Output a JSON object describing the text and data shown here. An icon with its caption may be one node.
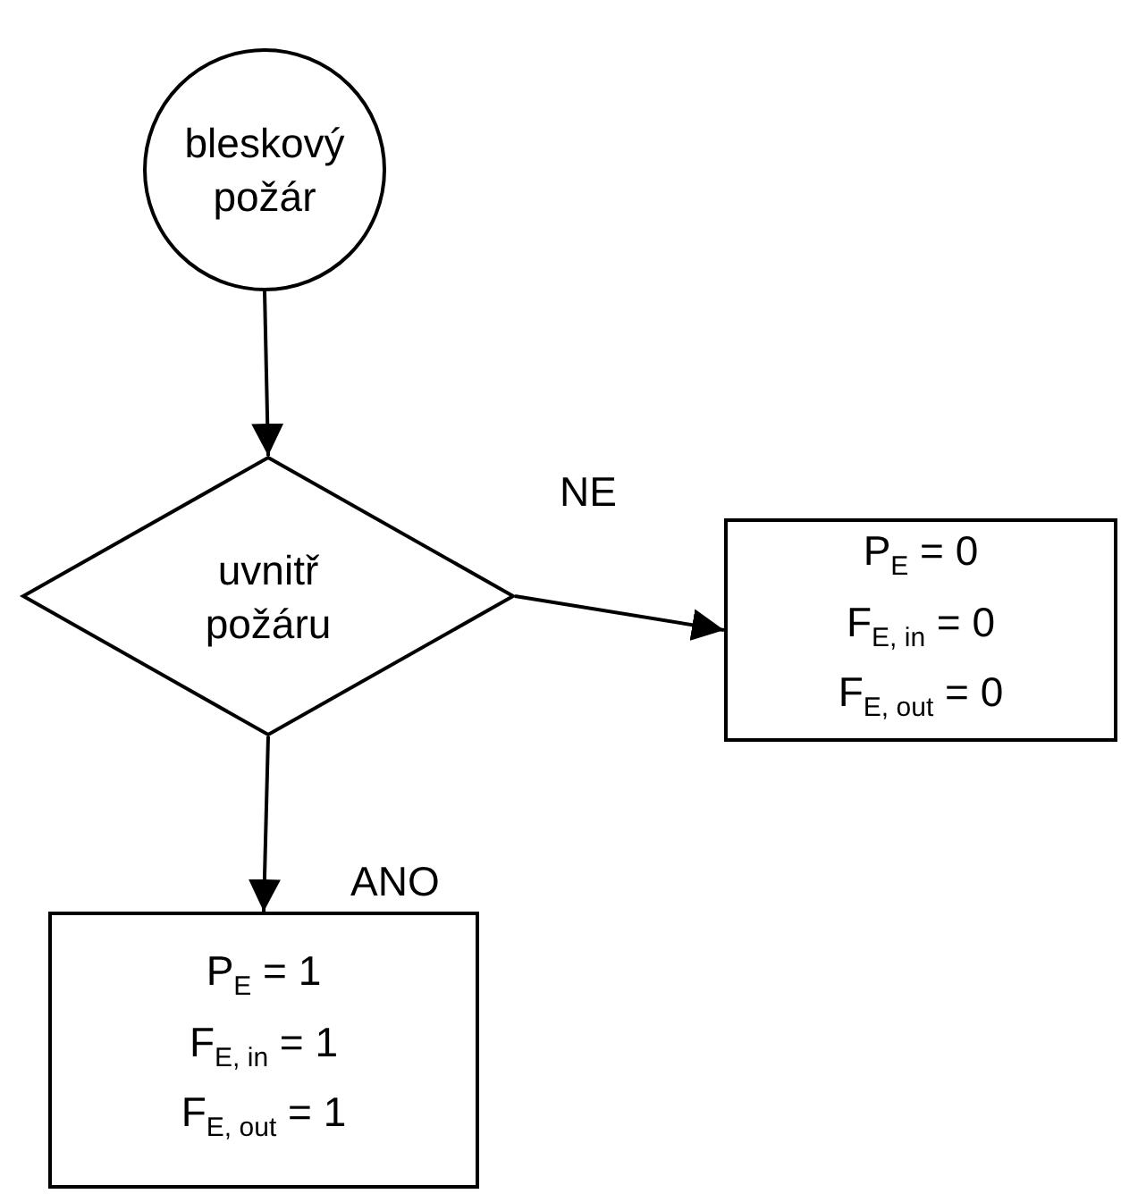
{
  "diagram": {
    "nodes": [
      {
        "text": [
          "bleskový požár"
        ]
      },
      {
        "text": [
          "uvnitř požáru"
        ]
      },
      {
        "text": [
          "P$_{E}$ = 0",
          "F$_{E, in}$ = 0",
          "F$_{E, out}$ = 0"
        ]
      },
      {
        "text": [
          "P$_{E}$ = 1",
          "F$_{E, in}$ = 1",
          "F$_{E, out}$ = 1"
        ]
      }
    ],
    "edges": [
      {
        "from": 0,
        "to": 1,
        "arrow": "to"
      },
      {
        "from": 1,
        "to": 2,
        "arrow": "to",
        "label": "NE"
      },
      {
        "from": 1,
        "to": 3,
        "arrow": "to",
        "label": "ANO"
      }
    ]
  }
}
